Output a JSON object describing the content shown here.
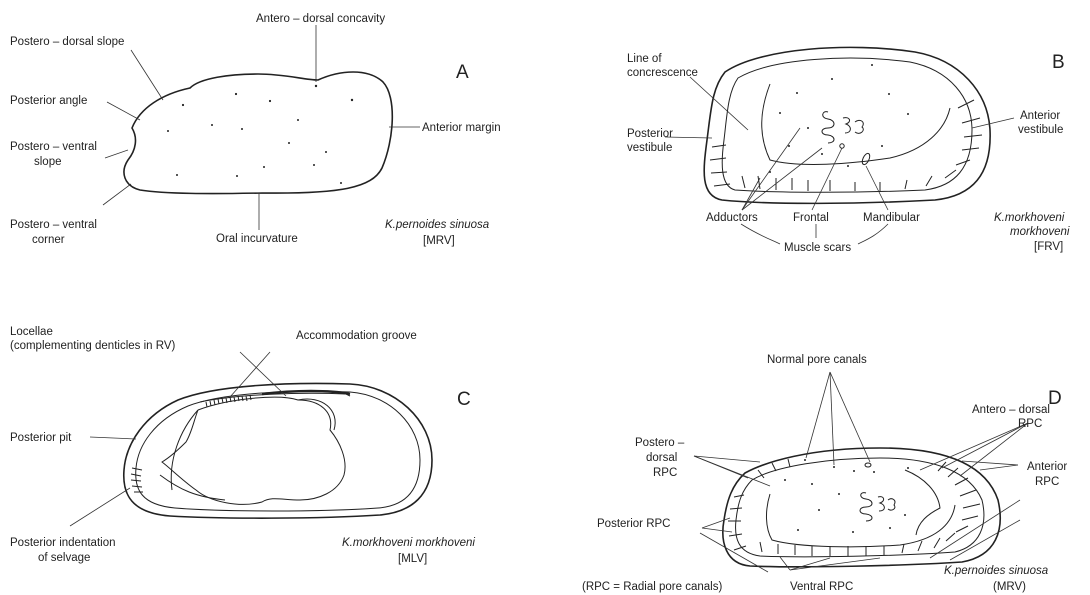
{
  "panel_a": {
    "letter": "A",
    "labels": {
      "antero_dorsal_concavity": "Antero – dorsal concavity",
      "postero_dorsal_slope": "Postero – dorsal slope",
      "posterior_angle": "Posterior angle",
      "postero_ventral_slope_1": "Postero – ventral",
      "postero_ventral_slope_2": "slope",
      "postero_ventral_corner_1": "Postero – ventral",
      "postero_ventral_corner_2": "corner",
      "oral_incurvature": "Oral incurvature",
      "anterior_margin": "Anterior margin"
    },
    "species": "K.pernoides sinuosa",
    "view": "[MRV]"
  },
  "panel_b": {
    "letter": "B",
    "labels": {
      "line_of_concrescence_1": "Line of",
      "line_of_concrescence_2": "concrescence",
      "posterior_vestibule_1": "Posterior",
      "posterior_vestibule_2": "vestibule",
      "anterior_vestibule_1": "Anterior",
      "anterior_vestibule_2": "vestibule",
      "adductors": "Adductors",
      "frontal": "Frontal",
      "mandibular": "Mandibular",
      "muscle_scars": "Muscle scars"
    },
    "species_1": "K.morkhoveni",
    "species_2": "morkhoveni",
    "view": "[FRV]"
  },
  "panel_c": {
    "letter": "C",
    "labels": {
      "locellae_1": "Locellae",
      "locellae_2": "(complementing denticles in RV)",
      "accommodation_groove": "Accommodation groove",
      "posterior_pit": "Posterior pit",
      "posterior_indentation_1": "Posterior indentation",
      "posterior_indentation_2": "of selvage"
    },
    "species": "K.morkhoveni morkhoveni",
    "view": "[MLV]"
  },
  "panel_d": {
    "letter": "D",
    "labels": {
      "normal_pore_canals": "Normal pore canals",
      "antero_dorsal_rpc_1": "Antero – dorsal",
      "antero_dorsal_rpc_2": "RPC",
      "postero_dorsal_rpc_1": "Postero –",
      "postero_dorsal_rpc_2": "dorsal",
      "postero_dorsal_rpc_3": "RPC",
      "anterior_rpc_1": "Anterior",
      "anterior_rpc_2": "RPC",
      "posterior_rpc": "Posterior RPC",
      "ventral_rpc": "Ventral RPC",
      "rpc_note": "(RPC = Radial pore canals)"
    },
    "species": "K.pernoides sinuosa",
    "view": "(MRV)"
  }
}
